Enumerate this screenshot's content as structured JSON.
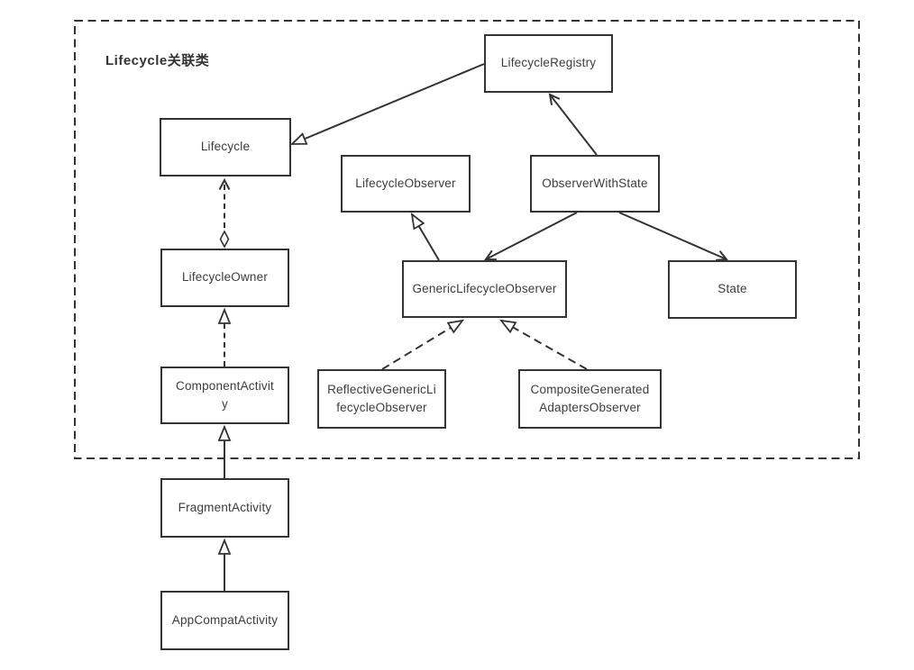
{
  "diagram": {
    "title": "Lifecycle关联类",
    "colors": {
      "line": "#333333",
      "box_border": "#333333",
      "box_fill": "#ffffff",
      "text": "#3c3c3c",
      "background": "#ffffff"
    },
    "nodes": [
      {
        "id": "lifecycle-registry",
        "label": "LifecycleRegistry"
      },
      {
        "id": "lifecycle",
        "label": "Lifecycle"
      },
      {
        "id": "lifecycle-observer",
        "label": "LifecycleObserver"
      },
      {
        "id": "observer-with-state",
        "label": "ObserverWithState"
      },
      {
        "id": "lifecycle-owner",
        "label": "LifecycleOwner"
      },
      {
        "id": "generic-lifecycle-observer",
        "label": "GenericLifecycleObserver"
      },
      {
        "id": "state",
        "label": "State"
      },
      {
        "id": "component-activity",
        "label": "ComponentActivit\ny"
      },
      {
        "id": "reflective-generic-lifecycle-observer",
        "label": "ReflectiveGenericLi\nfecycleObserver"
      },
      {
        "id": "composite-generated-adapters-observer",
        "label": "CompositeGenerated\nAdaptersObserver"
      },
      {
        "id": "fragment-activity",
        "label": "FragmentActivity"
      },
      {
        "id": "app-compat-activity",
        "label": "AppCompatActivity"
      }
    ],
    "edges": [
      {
        "from": "LifecycleRegistry",
        "to": "Lifecycle",
        "line": "solid",
        "head": "hollow-triangle"
      },
      {
        "from": "ObserverWithState",
        "to": "LifecycleRegistry",
        "line": "solid",
        "head": "open-arrow"
      },
      {
        "from": "GenericLifecycleObserver",
        "to": "LifecycleObserver",
        "line": "solid",
        "head": "hollow-triangle"
      },
      {
        "from": "ObserverWithState",
        "to": "GenericLifecycleObserver",
        "line": "solid",
        "head": "open-arrow"
      },
      {
        "from": "ObserverWithState",
        "to": "State",
        "line": "solid",
        "head": "open-arrow"
      },
      {
        "from": "LifecycleOwner",
        "to": "Lifecycle",
        "line": "dashed",
        "head": "open-arrow",
        "tail": "hollow-diamond"
      },
      {
        "from": "ComponentActivity",
        "to": "LifecycleOwner",
        "line": "dashed",
        "head": "hollow-triangle"
      },
      {
        "from": "ReflectiveGenericLifecycleObserver",
        "to": "GenericLifecycleObserver",
        "line": "dashed",
        "head": "hollow-triangle"
      },
      {
        "from": "CompositeGeneratedAdaptersObserver",
        "to": "GenericLifecycleObserver",
        "line": "dashed",
        "head": "hollow-triangle"
      },
      {
        "from": "FragmentActivity",
        "to": "ComponentActivity",
        "line": "solid",
        "head": "hollow-triangle"
      },
      {
        "from": "AppCompatActivity",
        "to": "FragmentActivity",
        "line": "solid",
        "head": "hollow-triangle"
      }
    ]
  }
}
